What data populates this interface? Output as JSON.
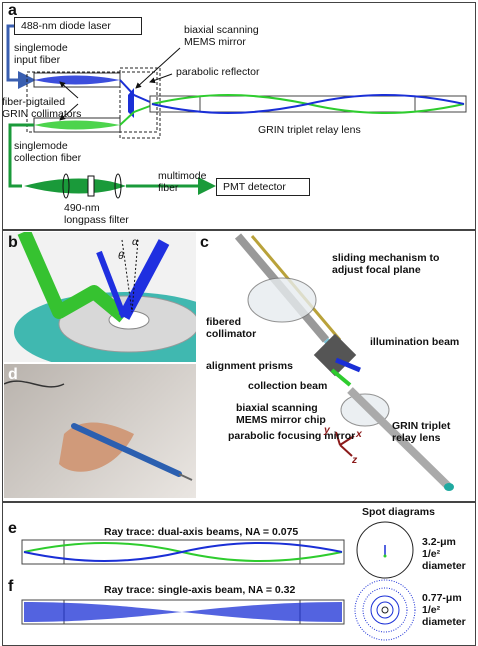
{
  "panel_a": {
    "label": "a",
    "laser": "488-nm diode laser",
    "singlemode_input_1": "singlemode",
    "singlemode_input_2": "input fiber",
    "mems_1": "biaxial scanning",
    "mems_2": "MEMS mirror",
    "parabolic": "parabolic reflector",
    "collimators_1": "fiber-pigtailed",
    "collimators_2": "GRIN collimators",
    "relay": "GRIN triplet relay lens",
    "collection_1": "singlemode",
    "collection_2": "collection fiber",
    "multimode_1": "multimode",
    "multimode_2": "fiber",
    "pmt": "PMT detector",
    "filter_1": "490-nm",
    "filter_2": "longpass filter"
  },
  "panel_b": {
    "label": "b",
    "alpha": "α",
    "theta": "θ"
  },
  "panel_c": {
    "label": "c",
    "sliding_1": "sliding mechanism to",
    "sliding_2": "adjust focal plane",
    "fibered_1": "fibered",
    "fibered_2": "collimator",
    "illumination": "illumination beam",
    "prisms": "alignment prisms",
    "collection": "collection beam",
    "mems_1": "biaxial scanning",
    "mems_2": "MEMS mirror chip",
    "parabolic": "parabolic focusing mirror",
    "grin_1": "GRIN triplet",
    "grin_2": "relay lens",
    "axis_y": "y",
    "axis_x": "x",
    "axis_z": "z"
  },
  "panel_d": {
    "label": "d"
  },
  "panel_e": {
    "label": "e",
    "title": "Ray trace: dual-axis beams, NA = 0.075",
    "spot_title": "Spot diagrams",
    "size_1": "3.2-μm",
    "size_2": "1/e²",
    "size_3": "diameter"
  },
  "panel_f": {
    "label": "f",
    "title": "Ray trace: single-axis beam, NA = 0.32",
    "size_1": "0.77-μm",
    "size_2": "1/e²",
    "size_3": "diameter"
  },
  "colors": {
    "blue": "#1a2fd6",
    "green": "#2ecc2e",
    "dark_green": "#1a9a3a",
    "arrow_blue": "#3a5fb0"
  }
}
